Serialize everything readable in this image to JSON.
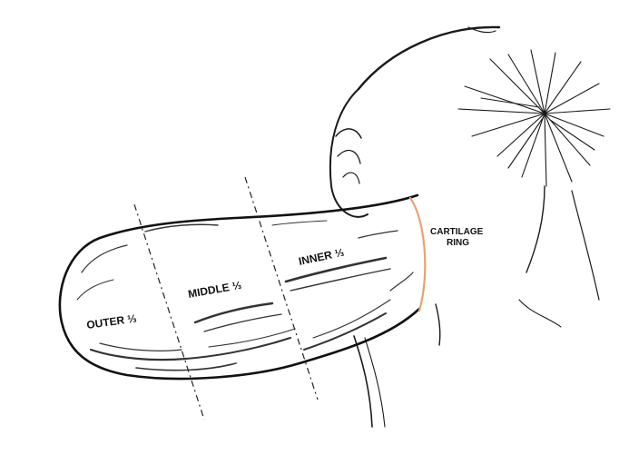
{
  "figure": {
    "labels": {
      "outer": "OUTER ⅓",
      "middle": "MIDDLE ⅓",
      "inner": "INNER ⅓",
      "cartilage_line1": "CARTILAGE",
      "cartilage_line2": "RING"
    },
    "colors": {
      "ink": "#111111",
      "hatch": "#333333",
      "cartilage_ring": "#e8a272",
      "background": "#ffffff"
    }
  }
}
